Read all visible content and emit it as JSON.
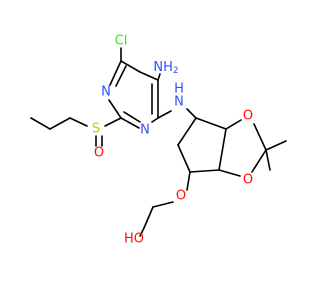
{
  "colors": {
    "bond": "#000000",
    "carbon": "#000000",
    "nitrogen": "#3050f8",
    "oxygen": "#ff0d0d",
    "chlorine": "#1ff01f",
    "sulfur": "#c8c800"
  },
  "labels": {
    "cl": "Cl",
    "nh2": "NH2",
    "n_ring_top": "N",
    "n_ring_bottom": "N",
    "nh": "N",
    "nh_h": "H",
    "s": "S",
    "s_o": "O",
    "o_diox_top": "O",
    "o_diox_bottom": "O",
    "o_ether": "O",
    "ho": "HO"
  }
}
